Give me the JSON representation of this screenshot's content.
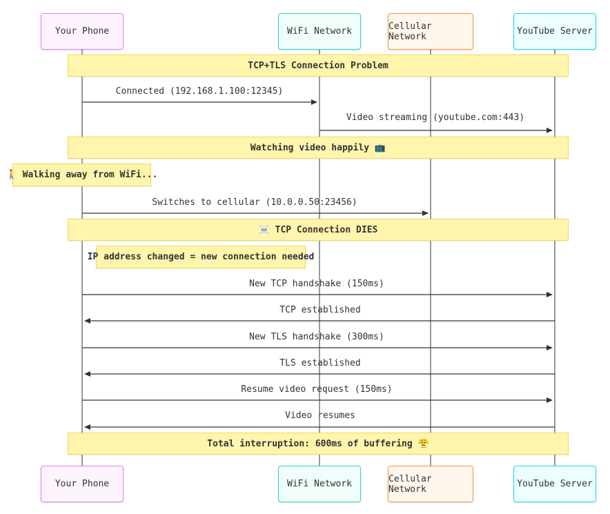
{
  "participants": {
    "phone": "Your Phone",
    "wifi": "WiFi Network",
    "cellular": "Cellular Network",
    "youtube": "YouTube Server"
  },
  "notes": {
    "title": "TCP+TLS Connection Problem",
    "watching": "Watching video happily 📺",
    "walking": "🚶 Walking away from WiFi...",
    "dies": "☠️ TCP Connection DIES",
    "ip_changed": "IP address changed = new connection needed",
    "total": "Total interruption: 600ms of buffering 😤"
  },
  "messages": {
    "connected": "Connected (192.168.1.100:12345)",
    "streaming": "Video streaming (youtube.com:443)",
    "switches": "Switches to cellular (10.0.0.50:23456)",
    "tcp_handshake": "New TCP handshake (150ms)",
    "tcp_established": "TCP established",
    "tls_handshake": "New TLS handshake (300ms)",
    "tls_established": "TLS established",
    "resume_request": "Resume video request (150ms)",
    "video_resumes": "Video resumes"
  },
  "colors": {
    "line": "#333333",
    "note_fill": "#fff5ad",
    "note_border": "#f2d94e",
    "phone_border": "#e879f9",
    "wifi_border": "#2dd4bf",
    "cellular_border": "#fb923c",
    "youtube_border": "#22d3ee"
  }
}
